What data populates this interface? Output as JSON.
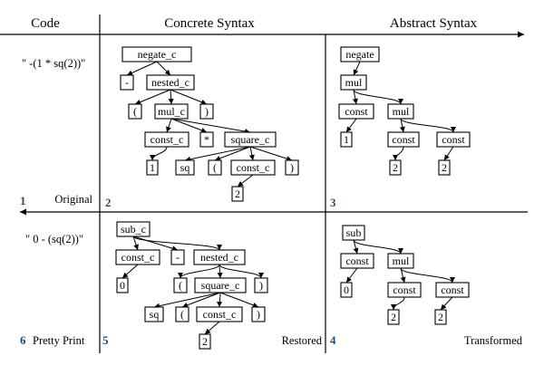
{
  "headers": {
    "code": "Code",
    "concrete": "Concrete Syntax",
    "abstract": "Abstract Syntax"
  },
  "code_original": "\" -(1 * sq(2))\"",
  "code_printed": "\" 0 - (sq(2))\"",
  "steps": {
    "s1": {
      "num": "1",
      "label": "Original"
    },
    "s2": {
      "num": "2"
    },
    "s3": {
      "num": "3"
    },
    "s4": {
      "num": "4",
      "label": "Transformed"
    },
    "s5": {
      "num": "5",
      "label": "Restored"
    },
    "s6": {
      "num": "6",
      "label": "Pretty Print"
    }
  },
  "tree_original_concrete": {
    "nodes": [
      "negate_c",
      "-",
      "nested_c",
      "(",
      "mul_c",
      ")",
      "const_c",
      "*",
      "square_c",
      "1",
      "sq",
      "(",
      "const_c",
      ")",
      "2"
    ],
    "edges": [
      [
        0,
        1
      ],
      [
        0,
        2
      ],
      [
        2,
        3
      ],
      [
        2,
        4
      ],
      [
        2,
        5
      ],
      [
        4,
        6
      ],
      [
        4,
        7
      ],
      [
        4,
        8
      ],
      [
        6,
        9
      ],
      [
        8,
        10
      ],
      [
        8,
        11
      ],
      [
        8,
        12
      ],
      [
        8,
        13
      ],
      [
        12,
        14
      ]
    ]
  },
  "tree_original_abstract": {
    "nodes": [
      "negate",
      "mul",
      "const",
      "mul",
      "1",
      "const",
      "const",
      "2",
      "2"
    ],
    "edges": [
      [
        0,
        1
      ],
      [
        1,
        2
      ],
      [
        1,
        3
      ],
      [
        2,
        4
      ],
      [
        3,
        5
      ],
      [
        3,
        6
      ],
      [
        5,
        7
      ],
      [
        6,
        8
      ]
    ]
  },
  "tree_transformed_abstract": {
    "nodes": [
      "sub",
      "const",
      "mul",
      "0",
      "const",
      "const",
      "2",
      "2"
    ],
    "edges": [
      [
        0,
        1
      ],
      [
        0,
        2
      ],
      [
        1,
        3
      ],
      [
        2,
        4
      ],
      [
        2,
        5
      ],
      [
        4,
        6
      ],
      [
        5,
        7
      ]
    ]
  },
  "tree_restored_concrete": {
    "nodes": [
      "sub_c",
      "const_c",
      "-",
      "nested_c",
      "0",
      "(",
      "square_c",
      ")",
      "sq",
      "(",
      "const_c",
      ")",
      "2"
    ],
    "edges": [
      [
        0,
        1
      ],
      [
        0,
        2
      ],
      [
        0,
        3
      ],
      [
        1,
        4
      ],
      [
        3,
        5
      ],
      [
        3,
        6
      ],
      [
        3,
        7
      ],
      [
        6,
        8
      ],
      [
        6,
        9
      ],
      [
        6,
        10
      ],
      [
        6,
        11
      ],
      [
        10,
        12
      ]
    ]
  }
}
